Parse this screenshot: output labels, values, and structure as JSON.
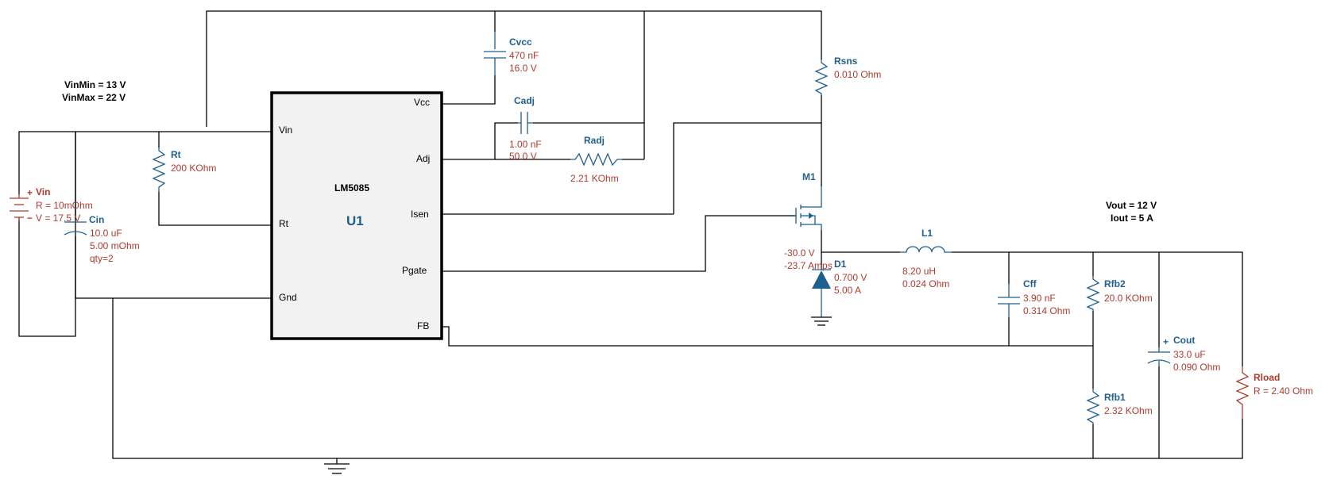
{
  "supply_spec": {
    "vin_min": "VinMin = 13 V",
    "vin_max": "VinMax = 22 V"
  },
  "output_spec": {
    "vout": "Vout = 12 V",
    "iout": "Iout = 5 A"
  },
  "ic": {
    "part": "LM5085",
    "ref": "U1",
    "pins": {
      "vin": "Vin",
      "rt": "Rt",
      "gnd": "Gnd",
      "vcc": "Vcc",
      "adj": "Adj",
      "isen": "Isen",
      "pgate": "Pgate",
      "fb": "FB"
    }
  },
  "components": {
    "vin": {
      "name": "Vin",
      "values": [
        "R = 10mOhm",
        "V = 17.5 V"
      ],
      "plus": "+",
      "minus": "−"
    },
    "cin": {
      "name": "Cin",
      "values": [
        "10.0 uF",
        "5.00 mOhm",
        "qty=2"
      ]
    },
    "rt": {
      "name": "Rt",
      "values": [
        "200 KOhm"
      ]
    },
    "cvcc": {
      "name": "Cvcc",
      "values": [
        "470 nF",
        "16.0 V"
      ]
    },
    "cadj": {
      "name": "Cadj",
      "values": [
        "1.00 nF",
        "50.0 V"
      ]
    },
    "radj": {
      "name": "Radj",
      "values": [
        "2.21 KOhm"
      ]
    },
    "rsns": {
      "name": "Rsns",
      "values": [
        "0.010 Ohm"
      ]
    },
    "m1": {
      "name": "M1",
      "values": [
        "-30.0 V",
        "-23.7 Amps"
      ]
    },
    "d1": {
      "name": "D1",
      "values": [
        "0.700 V",
        "5.00 A"
      ]
    },
    "l1": {
      "name": "L1",
      "values": [
        "8.20 uH",
        "0.024 Ohm"
      ]
    },
    "cff": {
      "name": "Cff",
      "values": [
        "3.90 nF",
        "0.314 Ohm"
      ]
    },
    "rfb2": {
      "name": "Rfb2",
      "values": [
        "20.0 KOhm"
      ]
    },
    "rfb1": {
      "name": "Rfb1",
      "values": [
        "2.32 KOhm"
      ]
    },
    "cout": {
      "name": "Cout",
      "values": [
        "33.0 uF",
        "0.090 Ohm"
      ],
      "plus": "+"
    },
    "rload": {
      "name": "Rload",
      "values": [
        "R = 2.40 Ohm"
      ]
    }
  },
  "colors": {
    "component": "#1f5f8f",
    "value_text": "#b03a2e",
    "wire": "#000000",
    "ic_fill": "#f2f2f2"
  }
}
